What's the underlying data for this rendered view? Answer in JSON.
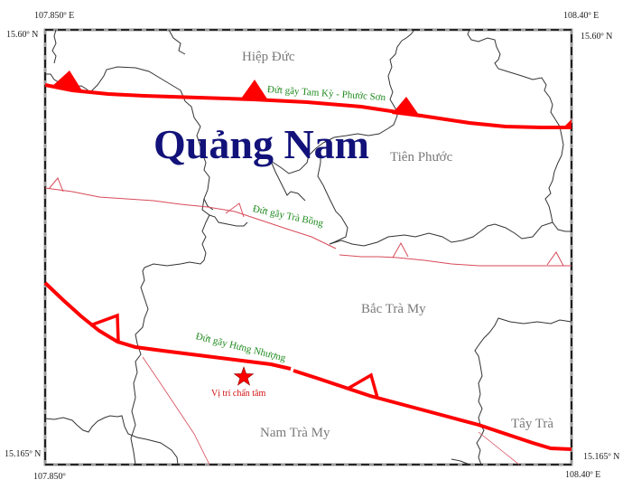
{
  "map": {
    "region_title": "Quảng Nam",
    "coordinates": {
      "top_left_lon": "107.850º E",
      "top_left_lat": "15.60º N",
      "top_right_lon": "108.40º E",
      "top_right_lat": "15.60º N",
      "bottom_left_lat": "15.165º N",
      "bottom_left_lon": "107.850º",
      "bottom_right_lat": "15.165º N",
      "bottom_right_lon": "108.40º E"
    },
    "places": [
      {
        "name": "Hiệp Đức"
      },
      {
        "name": "Tiên Phước"
      },
      {
        "name": "Bắc Trà My"
      },
      {
        "name": "Nam Trà My"
      },
      {
        "name": "Tây Trà"
      }
    ],
    "faults": [
      {
        "name": "Đứt gãy Tam Kỳ - Phước Sơn",
        "color": "#ff0000"
      },
      {
        "name": "Đứt gãy Trà Bồng",
        "color": "#d84a5a"
      },
      {
        "name": "Đứt gãy Hưng Nhượng",
        "color": "#ff0000"
      }
    ],
    "epicenter": {
      "label": "Vị trí chấn tâm",
      "icon": "star-icon",
      "color": "#ff0000"
    },
    "colors": {
      "title": "#12127a",
      "fault_label": "#1e8a1e",
      "place_label": "#7a7a7a",
      "boundary": "#333333"
    }
  }
}
